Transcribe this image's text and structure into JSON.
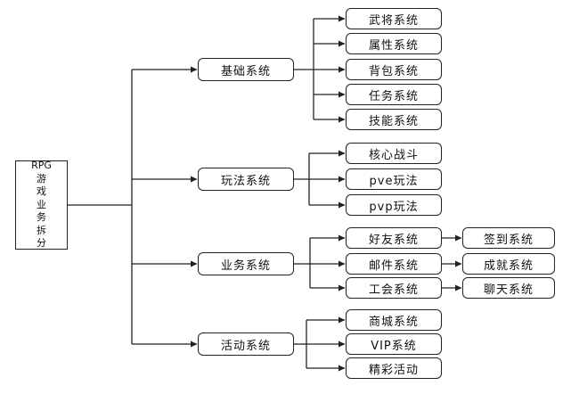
{
  "root": {
    "title": "RPG",
    "lines": [
      "游",
      "戏",
      "业",
      "务",
      "拆",
      "分"
    ]
  },
  "categories": [
    {
      "label": "基础系统",
      "children": [
        {
          "label": "武将系统"
        },
        {
          "label": "属性系统"
        },
        {
          "label": "背包系统"
        },
        {
          "label": "任务系统"
        },
        {
          "label": "技能系统"
        }
      ]
    },
    {
      "label": "玩法系统",
      "children": [
        {
          "label": "核心战斗"
        },
        {
          "label": "pve玩法"
        },
        {
          "label": "pvp玩法"
        }
      ]
    },
    {
      "label": "业务系统",
      "children": [
        {
          "label": "好友系统",
          "extension": "签到系统"
        },
        {
          "label": "邮件系统",
          "extension": "成就系统"
        },
        {
          "label": "工会系统",
          "extension": "聊天系统"
        }
      ]
    },
    {
      "label": "活动系统",
      "children": [
        {
          "label": "商城系统"
        },
        {
          "label": "VIP系统"
        },
        {
          "label": "精彩活动"
        }
      ]
    }
  ]
}
